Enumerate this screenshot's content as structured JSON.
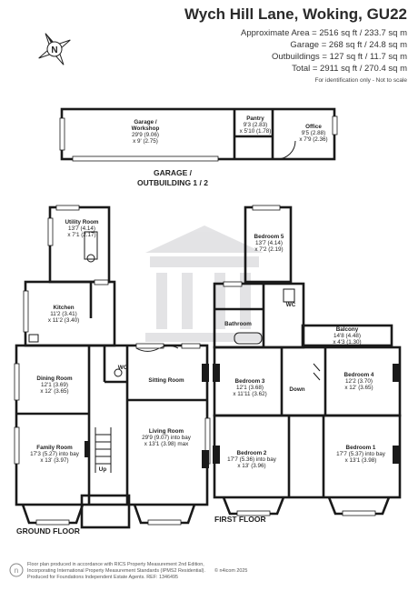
{
  "header": {
    "title": "Wych Hill Lane, Woking, GU22",
    "area_lines": [
      "Approximate Area = 2516 sq ft / 233.7 sq m",
      "Garage = 268 sq ft / 24.8 sq m",
      "Outbuildings = 127 sq ft / 11.7 sq m",
      "Total = 2911 sq ft / 270.4 sq m"
    ],
    "note": "For identification only - Not to scale"
  },
  "compass": {
    "letter": "N"
  },
  "outbuilding": {
    "garage": {
      "name": "Garage /",
      "name2": "Workshop",
      "dim1": "29'9 (9.06)",
      "dim2": "x 9' (2.75)"
    },
    "pantry": {
      "name": "Pantry",
      "dim1": "9'3 (2.83)",
      "dim2": "x 5'10 (1.78)"
    },
    "office": {
      "name": "Office",
      "dim1": "9'5 (2.88)",
      "dim2": "x 7'9 (2.36)"
    },
    "label1": "GARAGE /",
    "label2": "OUTBUILDING 1 / 2"
  },
  "ground": {
    "utility": {
      "name": "Utility Room",
      "dim1": "13'7 (4.14)",
      "dim2": "x 7'1 (2.17)"
    },
    "kitchen": {
      "name": "Kitchen",
      "dim1": "11'2 (3.41)",
      "dim2": "x 11'2 (3.40)"
    },
    "dining": {
      "name": "Dining Room",
      "dim1": "12'1 (3.69)",
      "dim2": "x 12' (3.65)"
    },
    "family": {
      "name": "Family Room",
      "dim1": "17'3 (5.27) into bay",
      "dim2": "x 13' (3.97)"
    },
    "sitting": {
      "name": "Sitting Room"
    },
    "living": {
      "name": "Living Room",
      "dim1": "29'9 (9.07) into bay",
      "dim2": "x 13'1 (3.98) max"
    },
    "wc": "WC",
    "up": "Up",
    "floor_label": "GROUND FLOOR"
  },
  "first": {
    "bed5": {
      "name": "Bedroom 5",
      "dim1": "13'7 (4.14)",
      "dim2": "x 7'2 (2.19)"
    },
    "bathroom": {
      "name": "Bathroom"
    },
    "wc": "WC",
    "balcony": {
      "name": "Balcony",
      "dim1": "14'8 (4.48)",
      "dim2": "x 4'3 (1.30)"
    },
    "bed3": {
      "name": "Bedroom 3",
      "dim1": "12'1 (3.68)",
      "dim2": "x 11'11 (3.62)"
    },
    "bed4": {
      "name": "Bedroom 4",
      "dim1": "12'2 (3.70)",
      "dim2": "x 12' (3.65)"
    },
    "bed2": {
      "name": "Bedroom 2",
      "dim1": "17'7 (5.36) into bay",
      "dim2": "x 13' (3.96)"
    },
    "bed1": {
      "name": "Bedroom 1",
      "dim1": "17'7 (5.37) into bay",
      "dim2": "x 13'1 (3.98)"
    },
    "down": "Down",
    "floor_label": "FIRST FLOOR"
  },
  "footer": {
    "line1": "Floor plan produced in accordance with RICS Property Measurement 2nd Edition,",
    "line2": "Incorporating International Property Measurement Standards (IPMS2 Residential).",
    "line3": "Produced for Foundations Independent Estate Agents.  REF: 1346495",
    "copyright": "© n4icom 2025"
  },
  "colors": {
    "wall": "#1a1a1a",
    "text": "#222222"
  }
}
